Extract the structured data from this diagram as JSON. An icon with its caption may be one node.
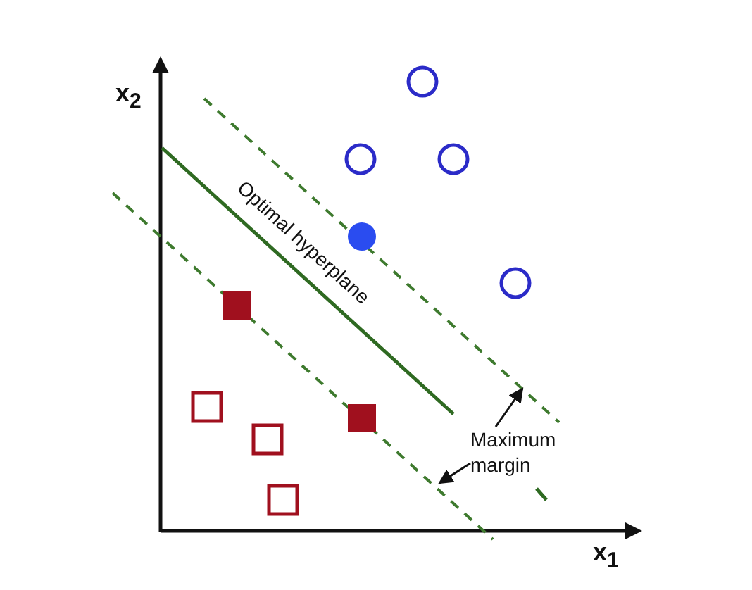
{
  "diagram": {
    "nodes": [
      {
        "text": [],
        "shape": "line"
      },
      {
        "text": [],
        "shape": "line"
      },
      {
        "text": [
          "Maximum margin"
        ]
      }
    ],
    "edges": [
      {
        "from": 2,
        "to": 0,
        "arrow": "to"
      },
      {
        "from": 2,
        "to": 1,
        "arrow": "to"
      }
    ],
    "labels": [
      "x$_{2}$",
      "Optimal hyperplane",
      "x$_{1}$"
    ]
  }
}
